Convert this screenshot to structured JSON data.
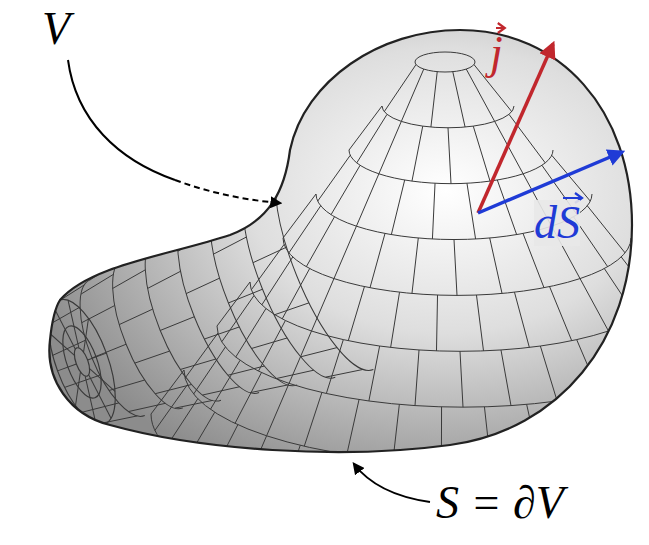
{
  "diagram": {
    "labels": [
      "V",
      "j",
      "dS",
      "S = ∂V"
    ]
  }
}
